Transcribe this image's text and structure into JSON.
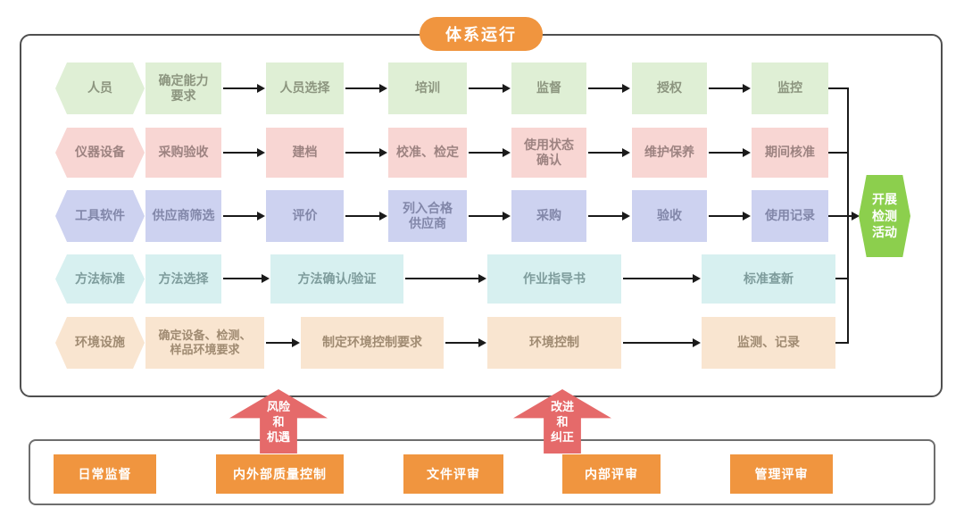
{
  "title_badge": "体系运行",
  "rows": [
    {
      "source": "人员",
      "steps": [
        "确定能力\n要求",
        "人员选择",
        "培训",
        "监督",
        "授权",
        "监控"
      ]
    },
    {
      "source": "仪器设备",
      "steps": [
        "采购验收",
        "建档",
        "校准、检定",
        "使用状态\n确认",
        "维护保养",
        "期间核准"
      ]
    },
    {
      "source": "工具软件",
      "steps": [
        "供应商筛选",
        "评价",
        "列入合格\n供应商",
        "采购",
        "验收",
        "使用记录"
      ]
    },
    {
      "source": "方法标准",
      "steps": [
        "方法选择",
        "方法确认/验证",
        "作业指导书",
        "标准查新"
      ]
    },
    {
      "source": "环境设施",
      "steps": [
        "确定设备、检测、\n样品环境要求",
        "制定环境控制要求",
        "环境控制",
        "监测、记录"
      ]
    }
  ],
  "result_node": "开展\n检测\n活动",
  "feedback_arrows": [
    {
      "label": "风险\n和\n机遇"
    },
    {
      "label": "改进\n和\n纠正"
    }
  ],
  "bottom_items": [
    "日常监督",
    "内外部质量控制",
    "文件评审",
    "内部评审",
    "管理评审"
  ],
  "colors": {
    "orange": "#f0953f",
    "row_green": "#dfefd5",
    "row_pink": "#f8d6d3",
    "row_purple": "#cdd2f0",
    "row_cyan": "#d7f0f0",
    "row_tan": "#f9e5d0",
    "result_green": "#8ccf4d",
    "feedback_red": "#e56a6a",
    "connector": "#1a1a1a"
  }
}
